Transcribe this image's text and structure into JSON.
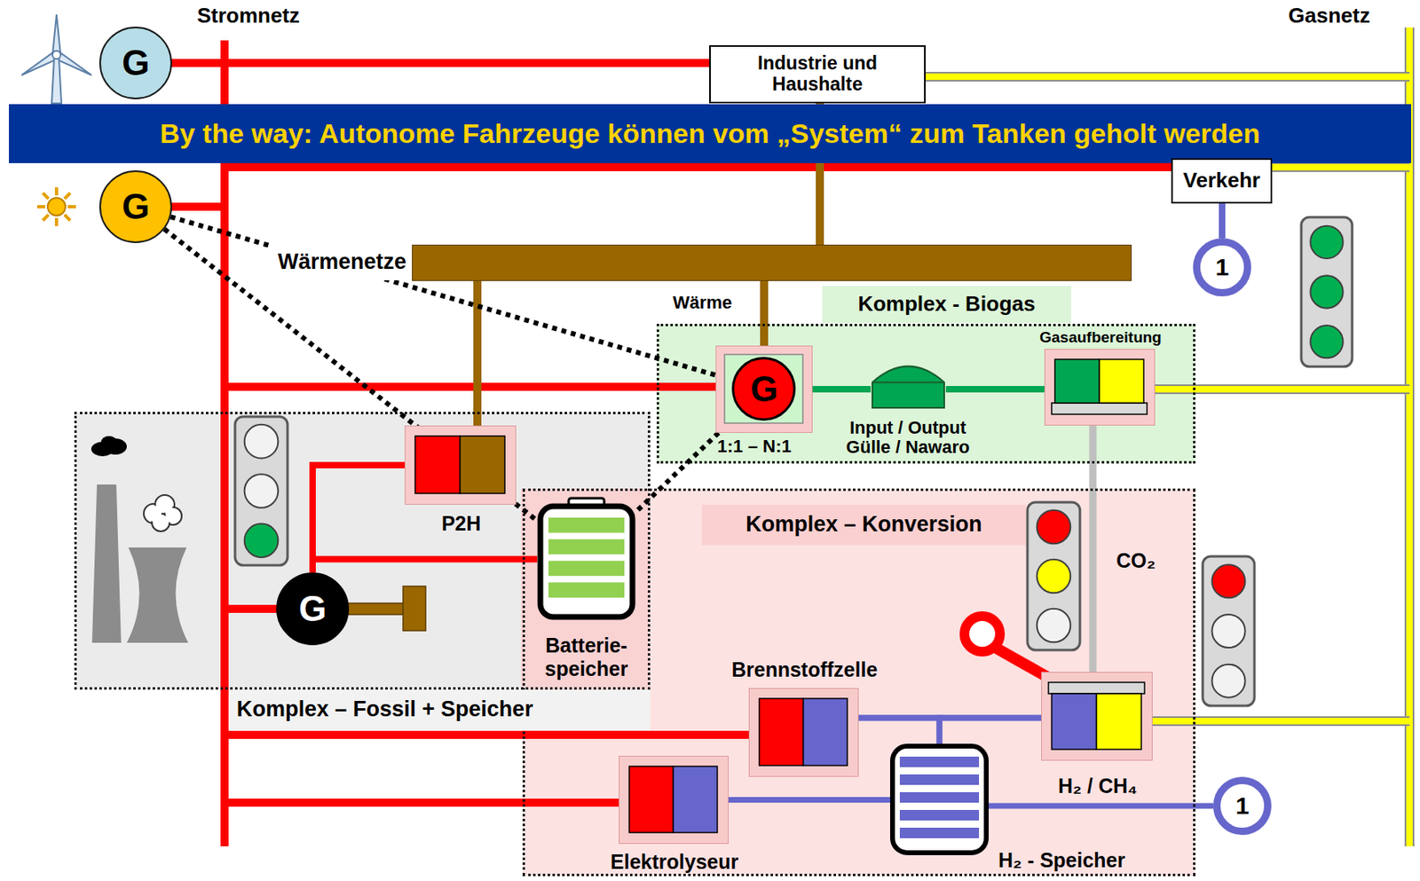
{
  "diagram": {
    "nodes": [
      {
        "text": [
          "G"
        ]
      },
      {
        "text": [
          "Industrie und Haushalte"
        ]
      },
      {
        "text": [
          "By the way: Autonome Fahrzeuge können vom „System“ zum Tanken geholt werden"
        ]
      },
      {
        "text": [
          "Verkehr"
        ]
      },
      {
        "text": [
          "G"
        ]
      },
      {
        "text": [
          "Wärmenetze"
        ]
      },
      {
        "text": [
          "1"
        ]
      },
      {
        "text": [
          "Komplex - Biogas"
        ]
      },
      {
        "text": [
          "G"
        ],
        "in": 7
      },
      {
        "text": [
          "Input / Output Gülle / Nawaro"
        ],
        "in": 7
      },
      {
        "text": [
          "Gasaufbereitung"
        ],
        "in": 7
      },
      {
        "text": [
          "Komplex – Fossil + Speicher"
        ]
      },
      {
        "text": [
          "P2H"
        ],
        "in": 11
      },
      {
        "text": [
          "G"
        ],
        "in": 11
      },
      {
        "text": [
          "Batterie- speicher"
        ],
        "in": 11
      },
      {
        "text": [
          "Komplex – Konversion"
        ]
      },
      {
        "text": [
          "Brennstoffzelle"
        ],
        "in": 15
      },
      {
        "text": [
          "H₂ / CH₄"
        ],
        "in": 15
      },
      {
        "text": [
          "Elektrolyseur"
        ],
        "in": 15
      },
      {
        "text": [
          "H₂ - Speicher"
        ],
        "in": 15
      },
      {
        "text": [
          "1"
        ]
      }
    ],
    "edges": [
      {
        "from": 5,
        "to": 1,
        "arrow": "none"
      },
      {
        "from": 5,
        "to": 12,
        "arrow": "none"
      },
      {
        "from": 5,
        "to": 8,
        "arrow": "none"
      },
      {
        "from": 8,
        "to": 9,
        "arrow": "none"
      },
      {
        "from": 9,
        "to": 10,
        "arrow": "none"
      },
      {
        "from": 10,
        "to": 17,
        "arrow": "none"
      },
      {
        "from": 16,
        "to": 17,
        "arrow": "none"
      },
      {
        "from": 19,
        "to": 16,
        "arrow": "none"
      },
      {
        "from": 19,
        "to": 17,
        "arrow": "none"
      },
      {
        "from": 18,
        "to": 19,
        "arrow": "none"
      },
      {
        "from": 19,
        "to": 20,
        "arrow": "none"
      },
      {
        "from": 3,
        "to": 6,
        "arrow": "none"
      },
      {
        "from": 13,
        "to": 12,
        "arrow": "none"
      },
      {
        "from": 13,
        "to": 14,
        "arrow": "none"
      },
      {
        "from": 4,
        "to": 8,
        "arrow": "none"
      },
      {
        "from": 4,
        "to": 14,
        "arrow": "none"
      },
      {
        "from": 8,
        "to": 14,
        "arrow": "none"
      }
    ],
    "labels": [
      "Stromnetz",
      "Gasnetz",
      "Wärme",
      "1:1 – N:1",
      "CO₂"
    ]
  }
}
